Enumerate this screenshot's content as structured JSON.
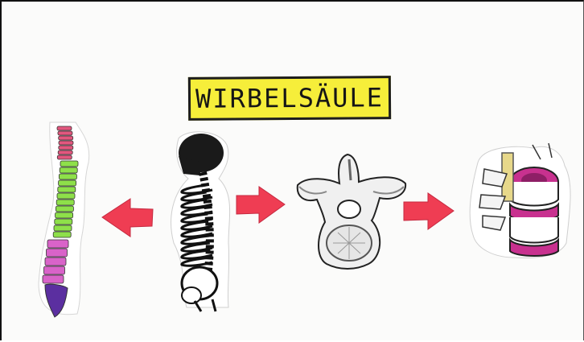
{
  "title": "WIRBELSÄULE",
  "colors": {
    "label_background": "#f6ee3a",
    "arrow": "#ef3d53",
    "cervical": "#e2577e",
    "thoracic": "#8ee04a",
    "lumbar": "#d963c9",
    "sacral": "#5b2fa0",
    "disc": "#c8318f"
  },
  "illustrations": [
    {
      "name": "colored-spine",
      "regions": [
        "cervical",
        "thoracic",
        "lumbar",
        "sacral"
      ]
    },
    {
      "name": "skeleton-side-view"
    },
    {
      "name": "vertebra-top-view"
    },
    {
      "name": "vertebrae-with-discs"
    }
  ],
  "arrows": [
    {
      "name": "arrow-left",
      "direction": "left"
    },
    {
      "name": "arrow-right-1",
      "direction": "right"
    },
    {
      "name": "arrow-right-2",
      "direction": "right"
    }
  ]
}
